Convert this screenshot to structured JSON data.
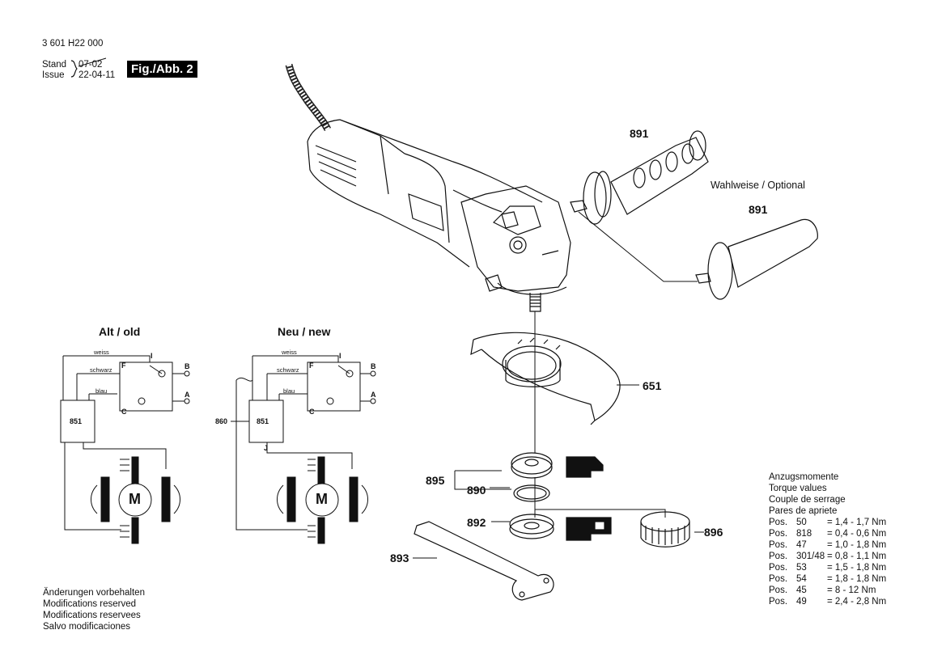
{
  "header": {
    "doc_number": "3 601 H22 000",
    "stand_label": "Stand",
    "issue_label": "Issue",
    "stand_date_old": "07-02",
    "issue_date": "22-04-11",
    "fig_label": "Fig./Abb. 2"
  },
  "optional_label": "Wahlweise / Optional",
  "parts": {
    "p891a": "891",
    "p891b": "891",
    "p651": "651",
    "p895": "895",
    "p890": "890",
    "p892": "892",
    "p893": "893",
    "p896": "896"
  },
  "wiring_old": {
    "title": "Alt / old",
    "weiss": "weiss",
    "schwarz": "schwarz",
    "blau": "blau",
    "I": "I",
    "F": "F",
    "C": "C",
    "B": "B",
    "A": "A",
    "box": "851",
    "motor": "M"
  },
  "wiring_new": {
    "title": "Neu / new",
    "weiss": "weiss",
    "schwarz": "schwarz",
    "blau": "blau",
    "I": "I",
    "F": "F",
    "C": "C",
    "B": "B",
    "A": "A",
    "box": "851",
    "box_ref": "860",
    "J": "J",
    "motor": "M"
  },
  "torque": {
    "headings": [
      "Anzugsmomente",
      "Torque values",
      "Couple de serrage",
      "Pares de apriete"
    ],
    "rows": [
      {
        "pos": "Pos.",
        "num": "50",
        "value": "= 1,4 - 1,7 Nm"
      },
      {
        "pos": "Pos.",
        "num": "818",
        "value": "= 0,4 - 0,6 Nm"
      },
      {
        "pos": "Pos.",
        "num": "47",
        "value": "= 1,0 - 1,8 Nm"
      },
      {
        "pos": "Pos.",
        "num": "301/48",
        "value": "= 0,8 - 1,1 Nm"
      },
      {
        "pos": "Pos.",
        "num": "53",
        "value": "= 1,5 - 1,8 Nm"
      },
      {
        "pos": "Pos.",
        "num": "54",
        "value": "= 1,8 - 1,8 Nm"
      },
      {
        "pos": "Pos.",
        "num": "45",
        "value": "= 8 - 12 Nm"
      },
      {
        "pos": "Pos.",
        "num": "49",
        "value": "= 2,4 - 2,8 Nm"
      }
    ]
  },
  "footer": {
    "lines": [
      "Änderungen vorbehalten",
      "Modifications reserved",
      "Modifications reservees",
      "Salvo modificaciones"
    ]
  }
}
